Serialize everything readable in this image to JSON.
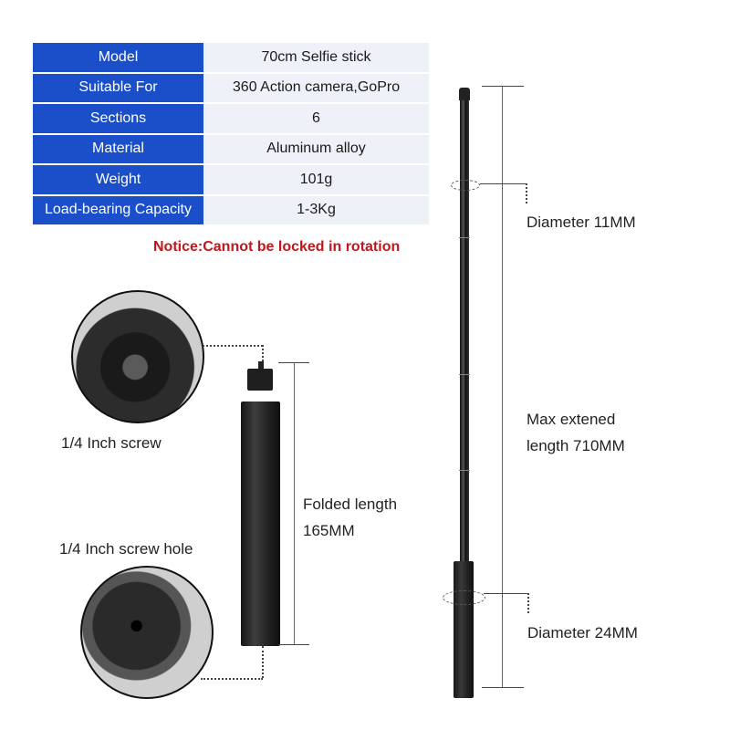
{
  "spec_table": {
    "rows": [
      {
        "key": "Model",
        "value": "70cm Selfie stick"
      },
      {
        "key": "Suitable For",
        "value": "360 Action camera,GoPro"
      },
      {
        "key": "Sections",
        "value": "6"
      },
      {
        "key": "Material",
        "value": "Aluminum alloy"
      },
      {
        "key": "Weight",
        "value": "101g"
      },
      {
        "key": "Load-bearing Capacity",
        "value": "1-3Kg"
      }
    ],
    "key_bg_color": "#1a4fc9",
    "value_bg_color": "#eef2f8"
  },
  "notice": {
    "text": "Notice:Cannot be locked in rotation",
    "color": "#c0161c"
  },
  "annotations": {
    "diameter_top": "Diameter 11MM",
    "max_length_line1": "Max extened",
    "max_length_line2": "length 710MM",
    "diameter_bottom": "Diameter 24MM",
    "folded_line1": "Folded length",
    "folded_line2": "165MM",
    "screw": "1/4 Inch screw",
    "screw_hole": "1/4 Inch screw hole"
  }
}
